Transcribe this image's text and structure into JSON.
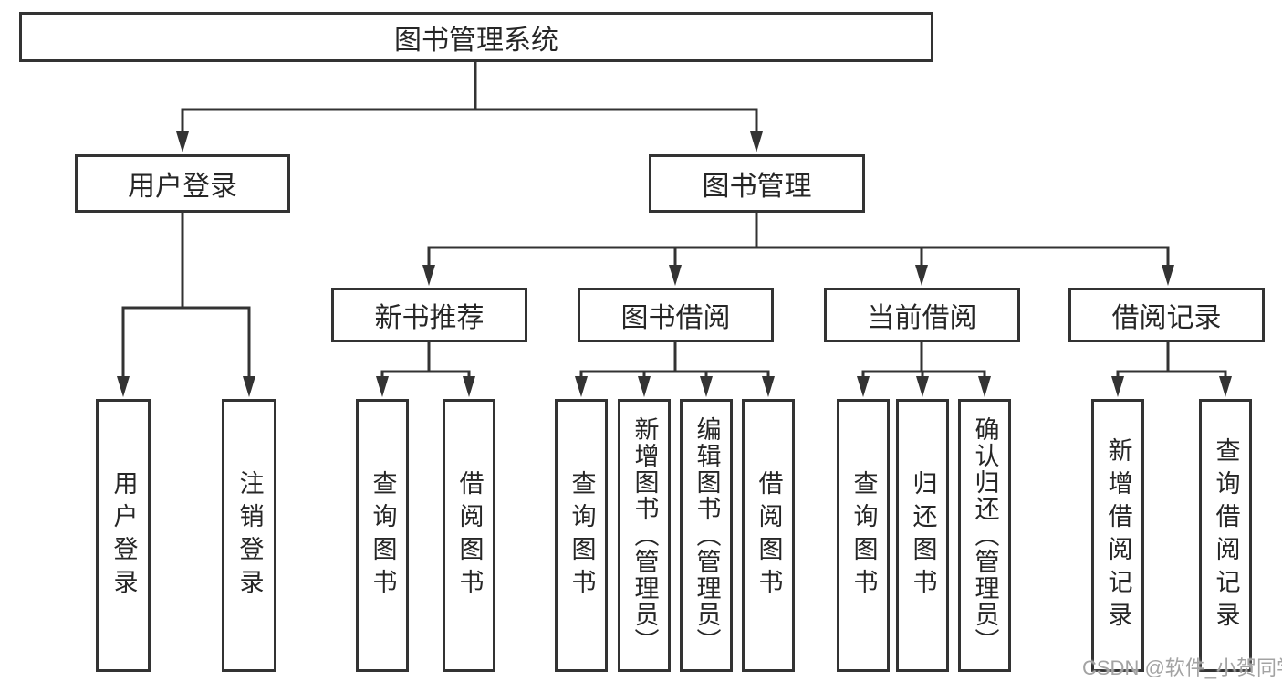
{
  "tree": {
    "root": {
      "label": "图书管理系统"
    },
    "children": [
      {
        "label": "用户登录",
        "children": [
          {
            "label": "用户登录"
          },
          {
            "label": "注销登录"
          }
        ]
      },
      {
        "label": "图书管理",
        "children": [
          {
            "label": "新书推荐",
            "children": [
              {
                "label": "查询图书"
              },
              {
                "label": "借阅图书"
              }
            ]
          },
          {
            "label": "图书借阅",
            "children": [
              {
                "label": "查询图书"
              },
              {
                "label": "新增图书（管理员）"
              },
              {
                "label": "编辑图书（管理员）"
              },
              {
                "label": "借阅图书"
              }
            ]
          },
          {
            "label": "当前借阅",
            "children": [
              {
                "label": "查询图书"
              },
              {
                "label": "归还图书"
              },
              {
                "label": "确认归还（管理员）"
              }
            ]
          },
          {
            "label": "借阅记录",
            "children": [
              {
                "label": "新增借阅记录"
              },
              {
                "label": "查询借阅记录"
              }
            ]
          }
        ]
      }
    ]
  },
  "watermark": {
    "text": "CSDN @软件_小贺同学"
  },
  "colors": {
    "line": "#333333",
    "text": "#262626",
    "watermark": "#a3a3a3",
    "background": "#ffffff"
  }
}
